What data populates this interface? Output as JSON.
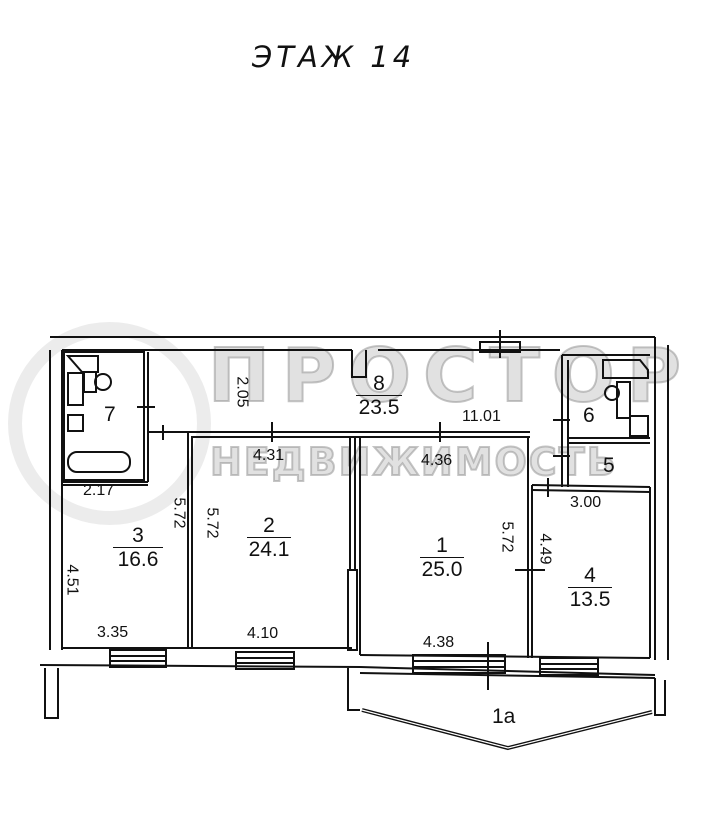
{
  "title": "ЭТАЖ 14",
  "watermark": {
    "line1": "ПРОСТОР",
    "line2": "НЕДВИЖИМОСТЬ"
  },
  "rooms": [
    {
      "id": "1",
      "area": "25.0"
    },
    {
      "id": "2",
      "area": "24.1"
    },
    {
      "id": "3",
      "area": "16.6"
    },
    {
      "id": "4",
      "area": "13.5"
    },
    {
      "id": "5"
    },
    {
      "id": "6"
    },
    {
      "id": "7"
    },
    {
      "id": "8",
      "area": "23.5"
    },
    {
      "id": "1a"
    }
  ],
  "dimensions": {
    "corridor_height": "2.05",
    "corridor_length": "11.01",
    "room2_top": "4.31",
    "room1_top": "4.36",
    "bath7_bottom": "2.17",
    "room3_right": "5.72",
    "room2_left": "5.72",
    "room3_left": "4.51",
    "room3_bottom": "3.35",
    "room2_bottom": "4.10",
    "room1_right": "5.72",
    "room4_left": "4.49",
    "room4_top": "3.00",
    "room1_bottom": "4.38"
  },
  "balcony_label": "1a"
}
